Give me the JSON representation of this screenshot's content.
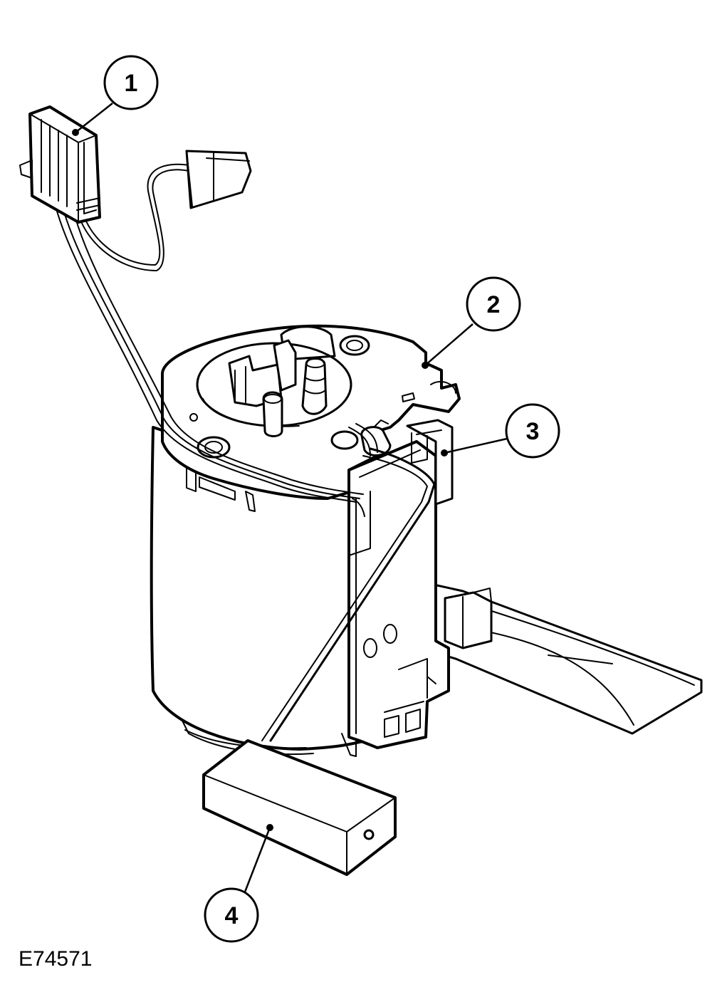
{
  "figure_id": "E74571",
  "callouts": [
    {
      "label": "1"
    },
    {
      "label": "2"
    },
    {
      "label": "3"
    },
    {
      "label": "4"
    }
  ]
}
